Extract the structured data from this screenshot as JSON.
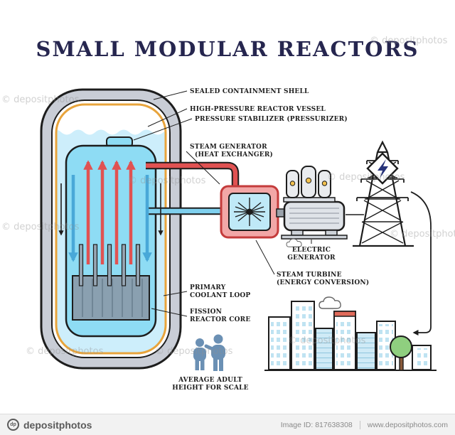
{
  "title": "SMALL MODULAR REACTORS",
  "labels": {
    "containment_shell": "SEALED CONTAINMENT SHELL",
    "reactor_vessel": "HIGH-PRESSURE REACTOR VESSEL",
    "pressurizer": "PRESSURE STABILIZER (PRESSURIZER)",
    "steam_generator_line1": "STEAM GENERATOR",
    "steam_generator_line2": "(HEAT EXCHANGER)",
    "coolant_loop_line1": "PRIMARY",
    "coolant_loop_line2": "COOLANT LOOP",
    "reactor_core_line1": "FISSION",
    "reactor_core_line2": "REACTOR CORE",
    "electric_generator_line1": "ELECTRIC",
    "electric_generator_line2": "GENERATOR",
    "steam_turbine_line1": "STEAM TURBINE",
    "steam_turbine_line2": "(ENERGY CONVERSION)",
    "scale_line1": "AVERAGE ADULT",
    "scale_line2": "HEIGHT FOR SCALE"
  },
  "colors": {
    "hot_loop": "#e05252",
    "cold_loop": "#7fd0ee",
    "vessel_fill": "#8edcf4",
    "accent_orange": "#e8a43c",
    "title_ink": "#26264f"
  },
  "icons": {
    "lightning": "lightning-bolt",
    "turbine_fan": "turbine-fan",
    "tree": "tree",
    "cloud": "cloud",
    "person": "adult-person"
  },
  "watermark": {
    "text": "© depositphotos"
  },
  "footer": {
    "brand": "depositphotos",
    "image_id": "Image ID: 817638308",
    "site": "www.depositphotos.com"
  }
}
